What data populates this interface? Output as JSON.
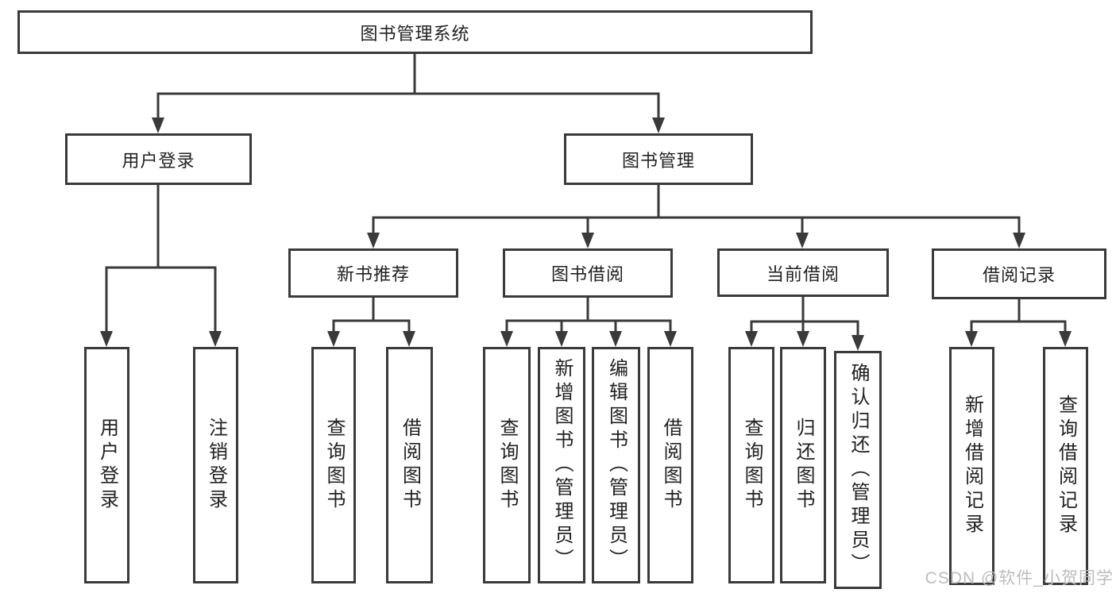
{
  "diagram": {
    "title": "图书管理系统",
    "level2": {
      "user_login": "用户登录",
      "book_mgmt": "图书管理"
    },
    "level3": {
      "new_book": "新书推荐",
      "book_borrow": "图书借阅",
      "current_borrow": "当前借阅",
      "borrow_record": "借阅记录"
    },
    "leaves": {
      "user_login": [
        "用户登录",
        "注销登录"
      ],
      "new_book": [
        "查询图书",
        "借阅图书"
      ],
      "book_borrow": [
        "查询图书",
        "新增图书（管理员）",
        "编辑图书（管理员）",
        "借阅图书"
      ],
      "current_borrow": [
        "查询图书",
        "归还图书",
        "确认归还（管理员）"
      ],
      "borrow_record": [
        "新增借阅记录",
        "查询借阅记录"
      ]
    },
    "watermark": "CSDN @软件_小贺同学",
    "colors": {
      "line": "#3a3a3a",
      "text": "#212121",
      "watermark": "#bcbcbc",
      "background": "#ffffff"
    }
  }
}
